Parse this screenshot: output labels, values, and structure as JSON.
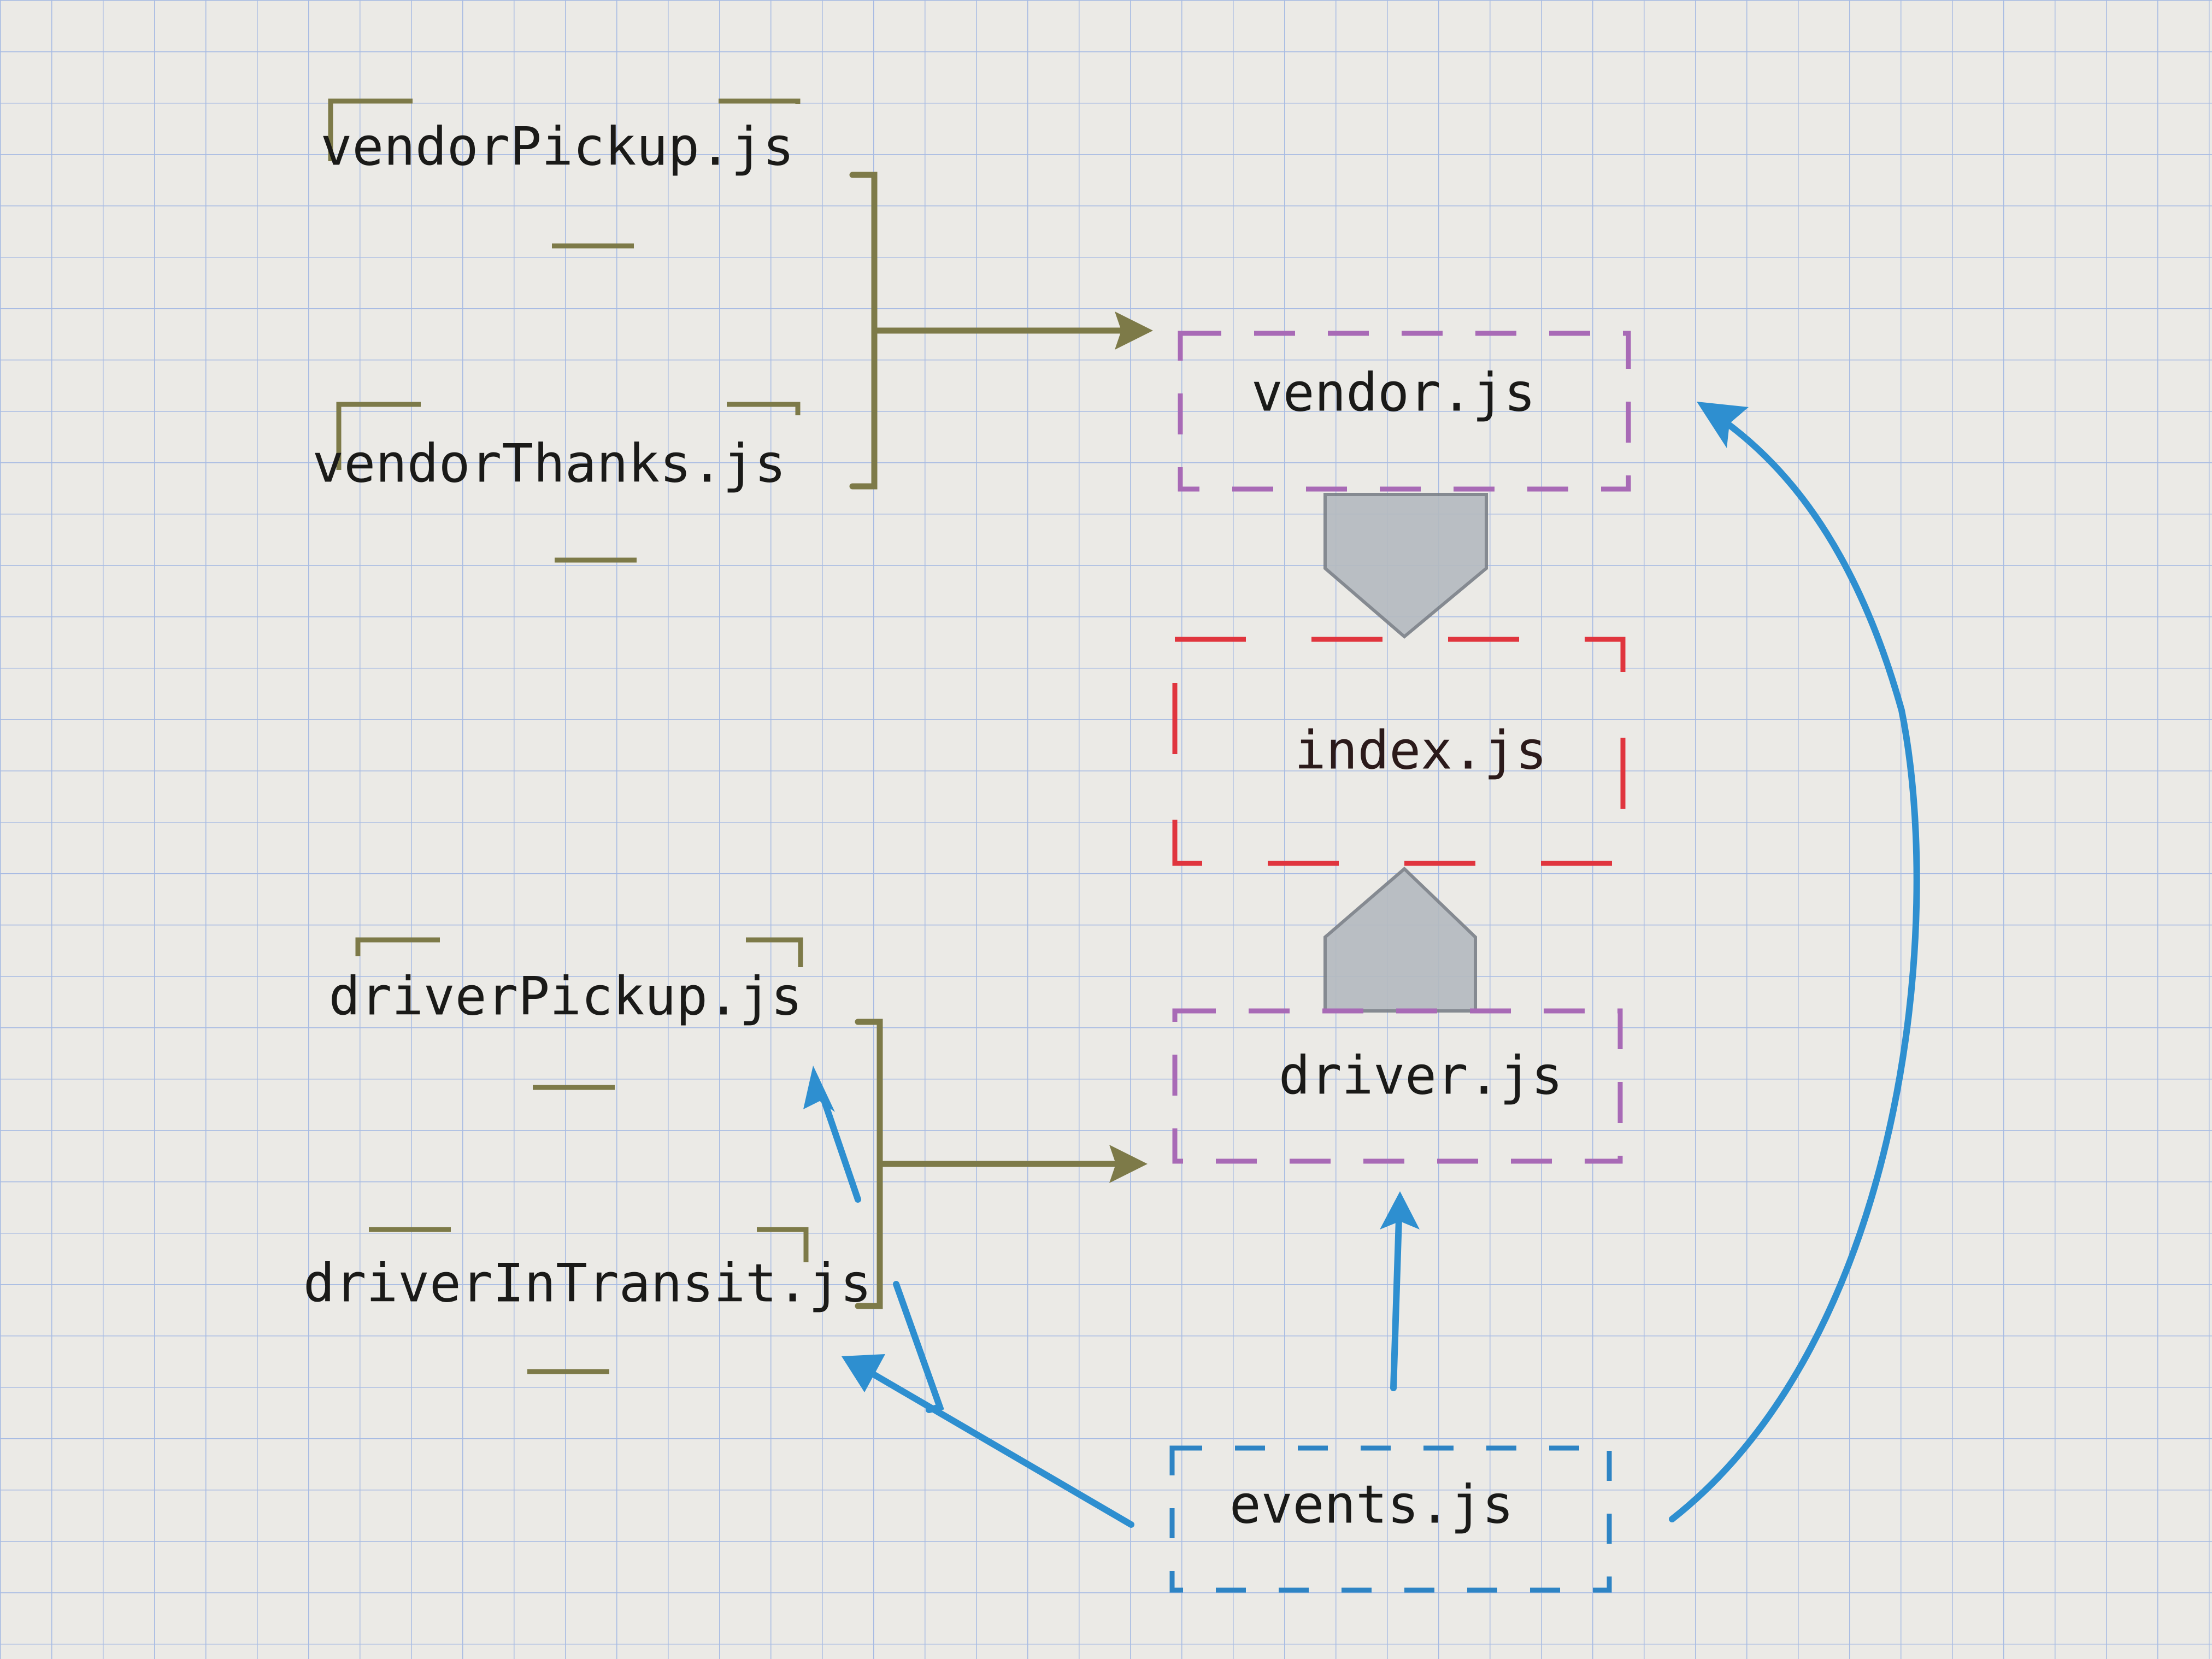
{
  "colors": {
    "paper": "#ebeae6",
    "grid": "#a7bbe3",
    "olive": "#7d7a48",
    "purple": "#a86ab6",
    "red": "#e0353e",
    "blue": "#2e8fd0",
    "gray_connector": "#b4bac0"
  },
  "nodes": {
    "vendor_pickup": "vendorPickup.js",
    "vendor_thanks": "vendorThanks.js",
    "vendor": "vendor.js",
    "index": "index.js",
    "driver_pickup": "driverPickup.js",
    "driver_in_transit": "driverInTransit.js",
    "driver": "driver.js",
    "events": "events.js"
  },
  "edges": [
    {
      "from": "vendorPickup.js",
      "to": "vendor.js",
      "color": "olive"
    },
    {
      "from": "vendorThanks.js",
      "to": "vendor.js",
      "color": "olive"
    },
    {
      "from": "driverPickup.js",
      "to": "driver.js",
      "color": "olive"
    },
    {
      "from": "driverInTransit.js",
      "to": "driver.js",
      "color": "olive"
    },
    {
      "from": "vendor.js",
      "to": "index.js",
      "color": "gray",
      "style": "pentagon-connector"
    },
    {
      "from": "driver.js",
      "to": "index.js",
      "color": "gray",
      "style": "pentagon-connector"
    },
    {
      "from": "events.js",
      "to": "vendor.js",
      "color": "blue"
    },
    {
      "from": "events.js",
      "to": "driver.js",
      "color": "blue"
    },
    {
      "from": "events.js",
      "to": "driverInTransit.js",
      "color": "blue"
    },
    {
      "from": "events.js",
      "to": "driverPickup.js",
      "color": "blue"
    }
  ]
}
